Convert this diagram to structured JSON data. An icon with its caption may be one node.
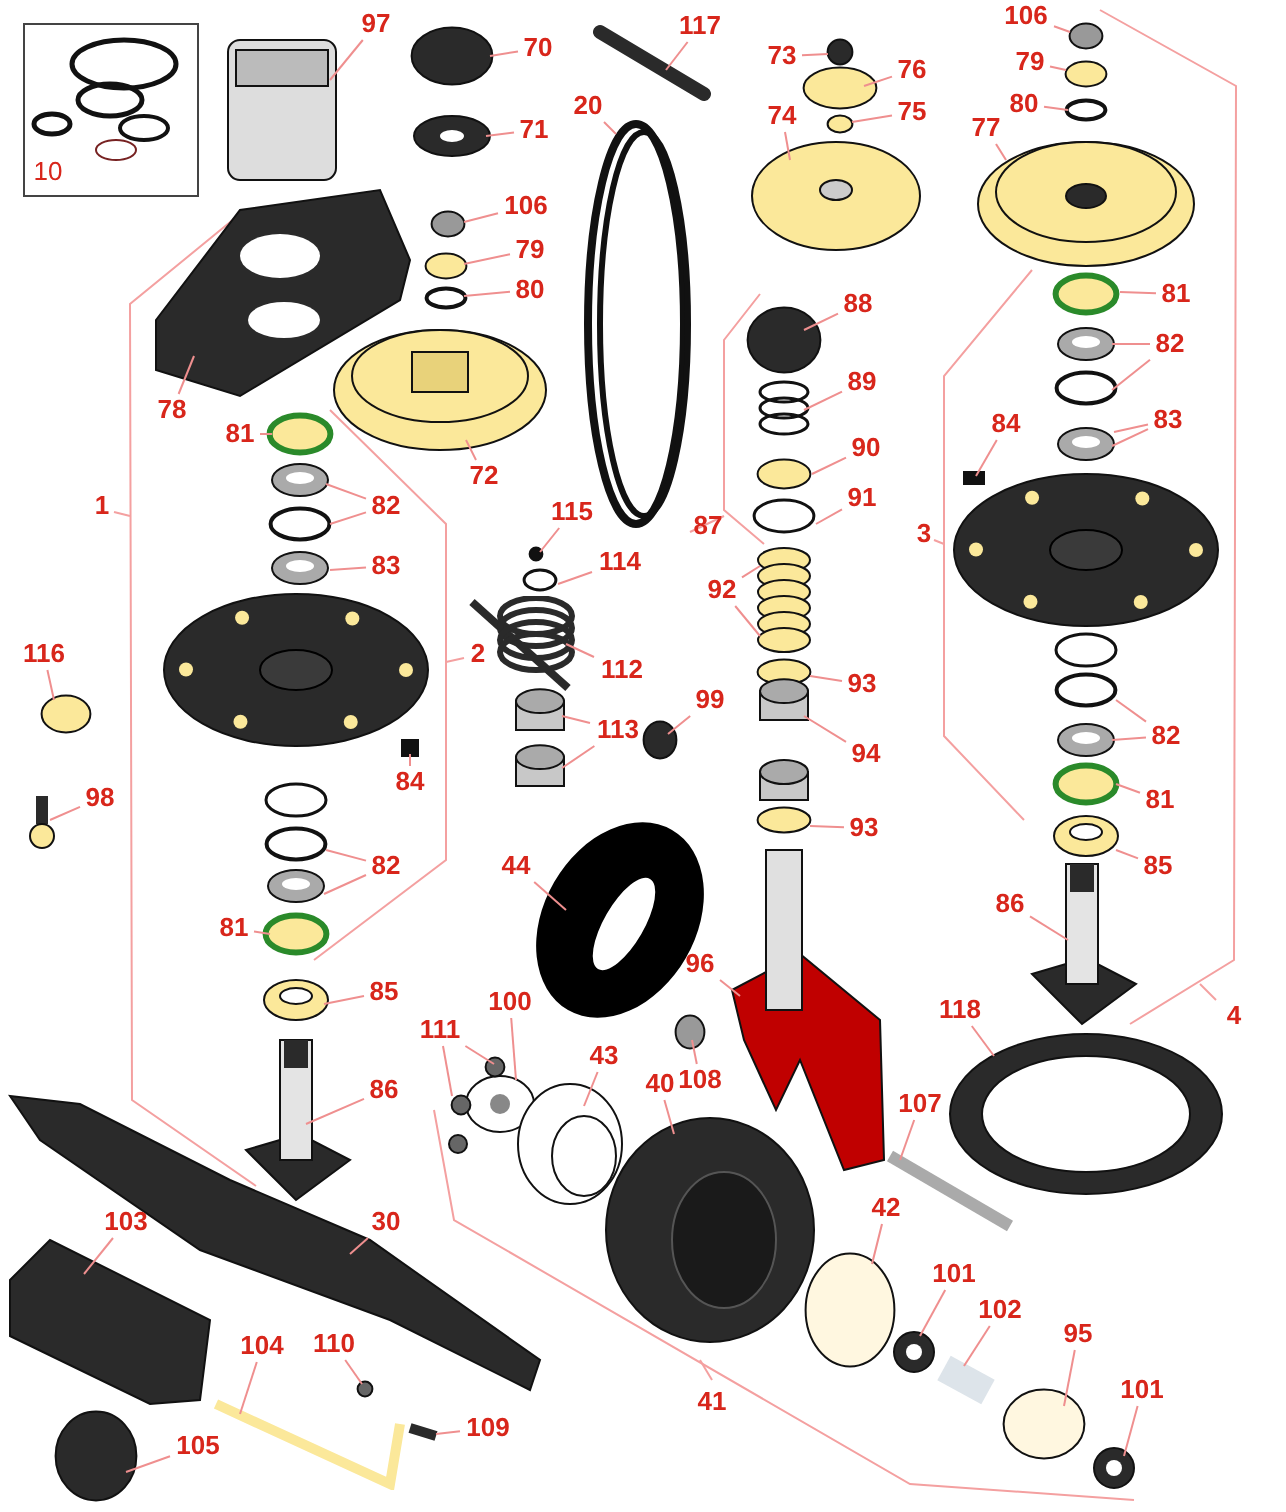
{
  "diagram": {
    "nodes": [
      {
        "text": [
          "97"
        ]
      },
      {
        "text": [
          "70"
        ]
      },
      {
        "text": [
          "71"
        ]
      },
      {
        "text": [
          "117"
        ]
      },
      {
        "text": [
          "20"
        ]
      },
      {
        "text": [
          "73"
        ]
      },
      {
        "text": [
          "76"
        ]
      },
      {
        "text": [
          "75"
        ]
      },
      {
        "text": [
          "74"
        ]
      },
      {
        "text": [
          "106"
        ]
      },
      {
        "text": [
          "79"
        ]
      },
      {
        "text": [
          "80"
        ]
      },
      {
        "text": [
          "77"
        ]
      },
      {
        "text": [
          "106"
        ]
      },
      {
        "text": [
          "79"
        ]
      },
      {
        "text": [
          "80"
        ]
      },
      {
        "text": [
          "78"
        ]
      },
      {
        "text": [
          "88"
        ]
      },
      {
        "text": [
          "81"
        ]
      },
      {
        "text": [
          "72"
        ]
      },
      {
        "text": [
          "89"
        ]
      },
      {
        "text": [
          "82"
        ]
      },
      {
        "text": [
          "81"
        ]
      },
      {
        "text": [
          "84"
        ]
      },
      {
        "text": [
          "83"
        ]
      },
      {
        "text": [
          "90"
        ]
      },
      {
        "text": [
          "91"
        ]
      },
      {
        "text": [
          "82"
        ]
      },
      {
        "text": [
          "115"
        ]
      },
      {
        "text": [
          "114"
        ]
      },
      {
        "text": [
          "83"
        ]
      },
      {
        "text": [
          "92"
        ]
      },
      {
        "text": [
          "116"
        ]
      },
      {
        "text": [
          "112"
        ]
      },
      {
        "text": [
          "93"
        ]
      },
      {
        "text": [
          "99"
        ]
      },
      {
        "text": [
          "113"
        ]
      },
      {
        "text": [
          "82"
        ]
      },
      {
        "text": [
          "94"
        ]
      },
      {
        "text": [
          "84"
        ]
      },
      {
        "text": [
          "98"
        ]
      },
      {
        "text": [
          "81"
        ]
      },
      {
        "text": [
          "93"
        ]
      },
      {
        "text": [
          "82"
        ]
      },
      {
        "text": [
          "85"
        ]
      },
      {
        "text": [
          "44"
        ]
      },
      {
        "text": [
          "86"
        ]
      },
      {
        "text": [
          "81"
        ]
      },
      {
        "text": [
          "96"
        ]
      },
      {
        "text": [
          "85"
        ]
      },
      {
        "text": [
          "100"
        ]
      },
      {
        "text": [
          "118"
        ]
      },
      {
        "text": [
          "111"
        ]
      },
      {
        "text": [
          "43"
        ]
      },
      {
        "text": [
          "108"
        ]
      },
      {
        "text": [
          "40"
        ]
      },
      {
        "text": [
          "86"
        ]
      },
      {
        "text": [
          "107"
        ]
      },
      {
        "text": [
          "42"
        ]
      },
      {
        "text": [
          "30"
        ]
      },
      {
        "text": [
          "103"
        ]
      },
      {
        "text": [
          "101"
        ]
      },
      {
        "text": [
          "102"
        ]
      },
      {
        "text": [
          "95"
        ]
      },
      {
        "text": [
          "104"
        ]
      },
      {
        "text": [
          "110"
        ]
      },
      {
        "text": [
          "101"
        ]
      },
      {
        "text": [
          "109"
        ]
      },
      {
        "text": [
          "105"
        ]
      },
      {
        "text": [],
        "shape": "picture"
      },
      {
        "text": [],
        "shape": "circle"
      },
      {
        "text": [],
        "shape": "picture"
      },
      {
        "text": [],
        "shape": "picture"
      },
      {
        "text": [],
        "shape": "picture"
      },
      {
        "text": [],
        "shape": "circle"
      },
      {
        "text": [],
        "shape": "circle"
      },
      {
        "text": [],
        "shape": "circle"
      },
      {
        "text": [],
        "shape": "picture"
      },
      {
        "text": [],
        "shape": "circle"
      },
      {
        "text": [],
        "shape": "circle"
      },
      {
        "text": [],
        "shape": "circle"
      },
      {
        "text": [],
        "shape": "picture"
      },
      {
        "text": [],
        "shape": "circle"
      },
      {
        "text": [],
        "shape": "circle"
      },
      {
        "text": [],
        "shape": "circle"
      },
      {
        "text": [],
        "shape": "picture"
      },
      {
        "text": [],
        "shape": "circle"
      },
      {
        "text": [],
        "shape": "circle"
      },
      {
        "text": [],
        "shape": "picture"
      },
      {
        "text": [],
        "shape": "picture"
      },
      {
        "text": [],
        "shape": "picture"
      },
      {
        "text": [],
        "shape": "circle"
      },
      {
        "text": [],
        "shape": "circle"
      },
      {
        "text": [],
        "shape": "box"
      },
      {
        "text": [],
        "shape": "picture"
      },
      {
        "text": [],
        "shape": "circle"
      },
      {
        "text": [],
        "shape": "circle"
      },
      {
        "text": [],
        "shape": "picture"
      },
      {
        "text": [],
        "shape": "circle"
      },
      {
        "text": [],
        "shape": "circle"
      },
      {
        "text": [],
        "shape": "circle"
      },
      {
        "text": [],
        "shape": "picture"
      },
      {
        "text": [],
        "shape": "picture"
      },
      {
        "text": [],
        "shape": "circle"
      },
      {
        "text": [],
        "shape": "picture"
      },
      {
        "text": [],
        "shape": "circle"
      },
      {
        "text": [],
        "shape": "circle"
      },
      {
        "text": [],
        "shape": "cylinder"
      },
      {
        "text": [],
        "shape": "cylinder"
      },
      {
        "text": [],
        "shape": "picture"
      },
      {
        "text": [],
        "shape": "circle"
      },
      {
        "text": [],
        "shape": "cylinder"
      },
      {
        "text": [],
        "shape": "box"
      },
      {
        "text": [],
        "shape": "picture"
      },
      {
        "text": [],
        "shape": "circle"
      },
      {
        "text": [],
        "shape": "circle"
      },
      {
        "text": [],
        "shape": "circle"
      },
      {
        "text": [],
        "shape": "picture"
      },
      {
        "text": [],
        "shape": "picture"
      },
      {
        "text": [],
        "shape": "picture"
      },
      {
        "text": [],
        "shape": "picture"
      },
      {
        "text": [],
        "shape": "circle"
      },
      {
        "text": [],
        "shape": "picture"
      },
      {
        "text": [],
        "shape": "picture"
      },
      {
        "text": [],
        "shape": "picture"
      },
      {
        "text": [],
        "shape": "picture"
      },
      {
        "text": [],
        "shape": "circle"
      },
      {
        "text": [],
        "shape": "circle"
      },
      {
        "text": [],
        "shape": "picture"
      },
      {
        "text": [],
        "shape": "circle"
      },
      {
        "text": [],
        "shape": "picture"
      },
      {
        "text": [],
        "shape": "picture"
      },
      {
        "text": [],
        "shape": "picture"
      },
      {
        "text": [],
        "shape": "circle"
      },
      {
        "text": [],
        "shape": "picture"
      },
      {
        "text": [],
        "shape": "picture"
      },
      {
        "text": [],
        "shape": "picture"
      },
      {
        "text": [],
        "shape": "picture"
      },
      {
        "text": [],
        "shape": "circle"
      },
      {
        "text": [],
        "shape": "picture"
      },
      {
        "text": [],
        "shape": "circle"
      },
      {
        "text": [],
        "shape": "picture"
      },
      {
        "text": [],
        "shape": "picture"
      },
      {
        "text": [],
        "shape": "circle"
      }
    ],
    "edges": [
      {
        "from": 0,
        "to": 69,
        "arrow": "none"
      },
      {
        "from": 1,
        "to": 70,
        "arrow": "none"
      },
      {
        "from": 2,
        "to": 71,
        "arrow": "none"
      },
      {
        "from": 3,
        "to": 72,
        "arrow": "none"
      },
      {
        "from": 4,
        "to": 73,
        "arrow": "none"
      },
      {
        "from": 5,
        "to": 74,
        "arrow": "none"
      },
      {
        "from": 6,
        "to": 75,
        "arrow": "none"
      },
      {
        "from": 7,
        "to": 76,
        "arrow": "none"
      },
      {
        "from": 8,
        "to": 77,
        "arrow": "none"
      },
      {
        "from": 9,
        "to": 78,
        "arrow": "none"
      },
      {
        "from": 10,
        "to": 79,
        "arrow": "none"
      },
      {
        "from": 11,
        "to": 80,
        "arrow": "none"
      },
      {
        "from": 12,
        "to": 81,
        "arrow": "none"
      },
      {
        "from": 13,
        "to": 82,
        "arrow": "none"
      },
      {
        "from": 14,
        "to": 83,
        "arrow": "none"
      },
      {
        "from": 15,
        "to": 84,
        "arrow": "none"
      },
      {
        "from": 16,
        "to": 85,
        "arrow": "none"
      },
      {
        "from": 17,
        "to": 86,
        "arrow": "none"
      },
      {
        "from": 18,
        "to": 87,
        "arrow": "none"
      },
      {
        "from": 19,
        "to": 88,
        "arrow": "none"
      },
      {
        "from": 20,
        "to": 89,
        "arrow": "none"
      },
      {
        "from": 21,
        "to": 90,
        "arrow": "none"
      },
      {
        "from": 21,
        "to": 91,
        "arrow": "none"
      },
      {
        "from": 22,
        "to": 92,
        "arrow": "none"
      },
      {
        "from": 23,
        "to": 93,
        "arrow": "none"
      },
      {
        "from": 24,
        "to": 94,
        "arrow": "none"
      },
      {
        "from": 24,
        "to": 94,
        "arrow": "none"
      },
      {
        "from": 25,
        "to": 95,
        "arrow": "none"
      },
      {
        "from": 26,
        "to": 96,
        "arrow": "none"
      },
      {
        "from": 27,
        "to": 97,
        "arrow": "none"
      },
      {
        "from": 27,
        "to": 98,
        "arrow": "none"
      },
      {
        "from": 28,
        "to": 99,
        "arrow": "none"
      },
      {
        "from": 29,
        "to": 100,
        "arrow": "none"
      },
      {
        "from": 30,
        "to": 101,
        "arrow": "none"
      },
      {
        "from": 31,
        "to": 102,
        "arrow": "none"
      },
      {
        "from": 31,
        "to": 102,
        "arrow": "none"
      },
      {
        "from": 32,
        "to": 103,
        "arrow": "none"
      },
      {
        "from": 33,
        "to": 104,
        "arrow": "none"
      },
      {
        "from": 34,
        "to": 105,
        "arrow": "none"
      },
      {
        "from": 35,
        "to": 106,
        "arrow": "none"
      },
      {
        "from": 36,
        "to": 107,
        "arrow": "none"
      },
      {
        "from": 36,
        "to": 108,
        "arrow": "none"
      },
      {
        "from": 37,
        "to": 109,
        "arrow": "none"
      },
      {
        "from": 37,
        "to": 110,
        "arrow": "none"
      },
      {
        "from": 38,
        "to": 111,
        "arrow": "none"
      },
      {
        "from": 39,
        "to": 112,
        "arrow": "none"
      },
      {
        "from": 40,
        "to": 113,
        "arrow": "none"
      },
      {
        "from": 41,
        "to": 114,
        "arrow": "none"
      },
      {
        "from": 42,
        "to": 115,
        "arrow": "none"
      },
      {
        "from": 43,
        "to": 116,
        "arrow": "none"
      },
      {
        "from": 43,
        "to": 117,
        "arrow": "none"
      },
      {
        "from": 44,
        "to": 118,
        "arrow": "none"
      },
      {
        "from": 45,
        "to": 119,
        "arrow": "none"
      },
      {
        "from": 46,
        "to": 120,
        "arrow": "none"
      },
      {
        "from": 47,
        "to": 121,
        "arrow": "none"
      },
      {
        "from": 48,
        "to": 122,
        "arrow": "none"
      },
      {
        "from": 49,
        "to": 123,
        "arrow": "none"
      },
      {
        "from": 50,
        "to": 124,
        "arrow": "none"
      },
      {
        "from": 51,
        "to": 125,
        "arrow": "none"
      },
      {
        "from": 52,
        "to": 126,
        "arrow": "none"
      },
      {
        "from": 52,
        "to": 127,
        "arrow": "none"
      },
      {
        "from": 53,
        "to": 128,
        "arrow": "none"
      },
      {
        "from": 54,
        "to": 129,
        "arrow": "none"
      },
      {
        "from": 55,
        "to": 130,
        "arrow": "none"
      },
      {
        "from": 56,
        "to": 131,
        "arrow": "none"
      },
      {
        "from": 57,
        "to": 132,
        "arrow": "none"
      },
      {
        "from": 58,
        "to": 133,
        "arrow": "none"
      },
      {
        "from": 59,
        "to": 134,
        "arrow": "none"
      },
      {
        "from": 60,
        "to": 135,
        "arrow": "none"
      },
      {
        "from": 61,
        "to": 136,
        "arrow": "none"
      },
      {
        "from": 62,
        "to": 137,
        "arrow": "none"
      },
      {
        "from": 63,
        "to": 138,
        "arrow": "none"
      },
      {
        "from": 64,
        "to": 139,
        "arrow": "none"
      },
      {
        "from": 65,
        "to": 140,
        "arrow": "none"
      },
      {
        "from": 66,
        "to": 141,
        "arrow": "none"
      },
      {
        "from": 67,
        "to": 142,
        "arrow": "none"
      },
      {
        "from": 68,
        "to": 143,
        "arrow": "none"
      }
    ],
    "labels": [
      "10",
      "1",
      "87",
      "2",
      "3",
      "4",
      "41"
    ]
  }
}
